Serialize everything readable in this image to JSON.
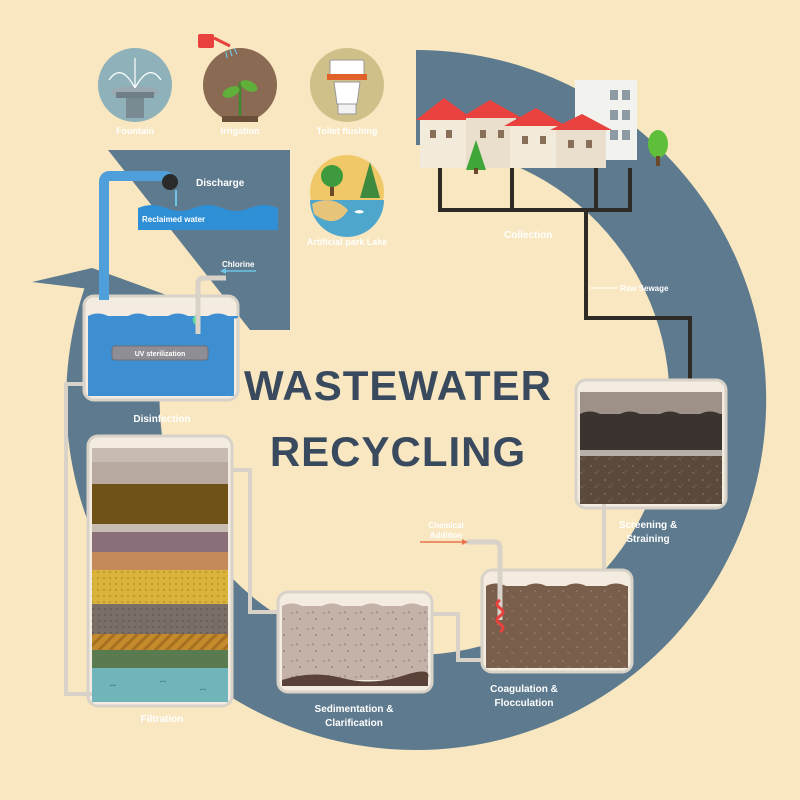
{
  "title": {
    "line1": "WASTEWATER",
    "line2": "RECYCLING"
  },
  "uses": {
    "fountain": "Fountain",
    "irrigation": "Irrigation",
    "toilet": "Toilet flushing",
    "lake": "Artificial park Lake"
  },
  "stages": {
    "collection": "Collection",
    "raw_sewage": "Raw Sewage",
    "screening_1": "Screening &",
    "screening_2": "Straining",
    "chemical_1": "Chemical",
    "chemical_2": "Addition",
    "coagulation_1": "Coagulation &",
    "coagulation_2": "Flocculation",
    "sedimentation_1": "Sedimentation &",
    "sedimentation_2": "Clarification",
    "filtration": "Filtration",
    "disinfection": "Disinfection",
    "uv": "UV sterilization",
    "chlorine": "Chlorine",
    "discharge": "Discharge",
    "reclaimed": "Reclaimed water"
  },
  "colors": {
    "background": "#f8e7c0",
    "ring": "#5e7a8e",
    "title": "#3a4a5e",
    "water": "#3d8fd1",
    "sludge": "#5a4a3c",
    "roof": "#e8413e"
  }
}
